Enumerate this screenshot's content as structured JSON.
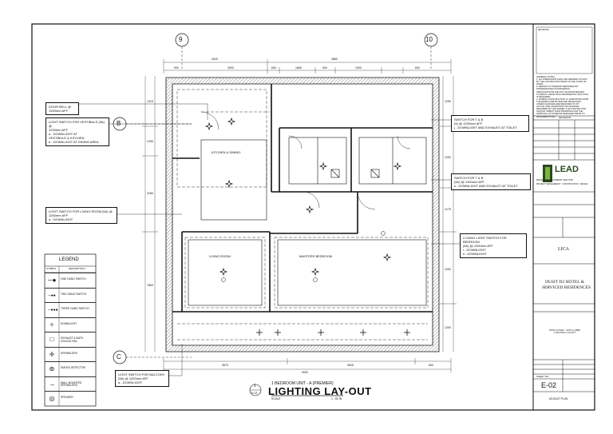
{
  "drawing": {
    "title": "LIGHTING LAY-OUT",
    "subtitle": "1 BEDROOM UNIT - A (PREMIER)",
    "detail_number": "1",
    "detail_ref": "E-02",
    "scale_label": "SCALE",
    "scale_value": "1 : 60 IN"
  },
  "grid": {
    "col_9": "9",
    "col_10": "10",
    "row_b": "B",
    "row_c": "C"
  },
  "dimensions": {
    "top_total": "4880",
    "top_left": "3425",
    "top_seg": [
      "900",
      "3000",
      "600",
      "1665",
      "500",
      "1500",
      "600"
    ],
    "bottom_total": "9000",
    "bottom_seg": [
      "3675",
      "3625",
      "600"
    ],
    "right_seg": [
      "1295",
      "1200",
      "2175",
      "1200",
      "1200"
    ],
    "left_seg": [
      "1415",
      "1250",
      "3180",
      "7860"
    ]
  },
  "rooms": {
    "kitchen": "KITCHEN & DINING",
    "living": "LIVING ROOM",
    "master": "MASTERS BEDROOM"
  },
  "callouts": {
    "door_bell": "DOOR BELL @\n1200mm AFF",
    "switch_vestibule": "LIGHT SWITCH FOR VESTIBULE (5A) @\n1200mm AFF\n    a - DOWNLIGHT AT\n        VESTIBULE & KITCHEN\n    b - DOWNLIGHT AT DINING AREA",
    "switch_living": "LIGHT SWITCH FOR LIVING ROOM (5A) @\n1200mm AFF\n    a - DOWNLIGHT",
    "switch_balcony": "LIGHT SWITCH FOR BALCONY\n(5A) @ 1200mm AFF\n    a - DOWNLIGHT",
    "switch_toilet_1": "SWITCH FOR T & B\n(5) @ 1200mm AFF\nj - DOWNLIGHT AND EXHAUST AT TOILET",
    "switch_toilet_2": "SWITCH FOR T & B\n(5A) @ 1200mm AFF\nk - DOWNLIGHT AND EXHAUST AT TOILET",
    "switch_bedroom": "2-GANG LIGHT SWITCH FOR BEDROOM\n(5A) @ 1200mm AFF\n    i - DOWNLIGHT\n    ii - DOWNLIGHT"
  },
  "legend": {
    "title": "LEGEND",
    "col_symbol": "SYMBOL",
    "col_desc": "DESCRIPTION",
    "items": [
      {
        "symbol": "one-gang-switch",
        "glyph": "─●",
        "desc": "ONE GANG SWITCH"
      },
      {
        "symbol": "two-gang-switch",
        "glyph": "─●●",
        "desc": "TWO GANG SWITCH"
      },
      {
        "symbol": "three-gang-switch",
        "glyph": "─●●●",
        "desc": "THREE GANG SWITCH"
      },
      {
        "symbol": "downlight",
        "glyph": "✧",
        "desc": "DOWNLIGHT"
      },
      {
        "symbol": "exhaust-fan",
        "glyph": "□",
        "desc": "EXHAUST & BATH\nCEILING FAN"
      },
      {
        "symbol": "sprinkler",
        "glyph": "✛",
        "desc": "SPRINKLERS"
      },
      {
        "symbol": "smoke-detector",
        "glyph": "⊛",
        "desc": "SMOKE DETECTOR"
      },
      {
        "symbol": "wall-sprinkler",
        "glyph": "→",
        "desc": "WALL MOUNTED\nSPRINKLERS"
      },
      {
        "symbol": "speaker",
        "glyph": "◎",
        "desc": "SPEAKER"
      }
    ]
  },
  "title_block": {
    "notes": "GENERAL NOTES:\n1. ALL DIMENSIONS SHALL BE VERIFIED ON SITE\n   BY THE CONTRACTOR PRIOR TO THE START OF WORK.\n2. REPORT TO INTERIOR DESIGNER ANY\n   DISCREPANCIES ON DRAWINGS,\n   SPECIFICATIONS AND ANY INCONSISTENCIES\n   TO ABOUT LARGE WITH INFORMATION SOLUTION\n   IF REQUIRED.\n3. DURING CONSTRUCTION, IF VARIATIONS FROM\n   THE DESIGN ARE NOTED AND NECESSARY,\n   UNDER CHANGES ARE REQUIRED TO FIT\n   ACTUAL SITE CONDITIONS OR CHANGES\n   REQUIRED BY THE OWNER, THE CONTRACTOR\n   SHOULD SUBMIT SHOP DRAWINGS FOR THE\n   APPROVAL OF INTERIOR DESIGNER PRIOR TO\n   IMPLEMENTATION.",
    "revisions_label": "REVISIONS",
    "company_logo": "LEAD",
    "company_sub": "DESIGN DEVELOPMENT SECTION",
    "company_tag": "PROJECT MANAGEMENT · CONSTRUCTION · DESIGN",
    "client": "LICA",
    "project_line1": "DUSIT D2 HOTEL &",
    "project_line2": "SERVICED RESIDENCES",
    "sheet_desc": "26TH FLOOR - UNIT A (1BR)\nLIGHTING LAYOUT",
    "sheet_no_label": "SHEET NO.",
    "sheet_no": "E-02",
    "status": "AS-BUILT PLAN"
  }
}
